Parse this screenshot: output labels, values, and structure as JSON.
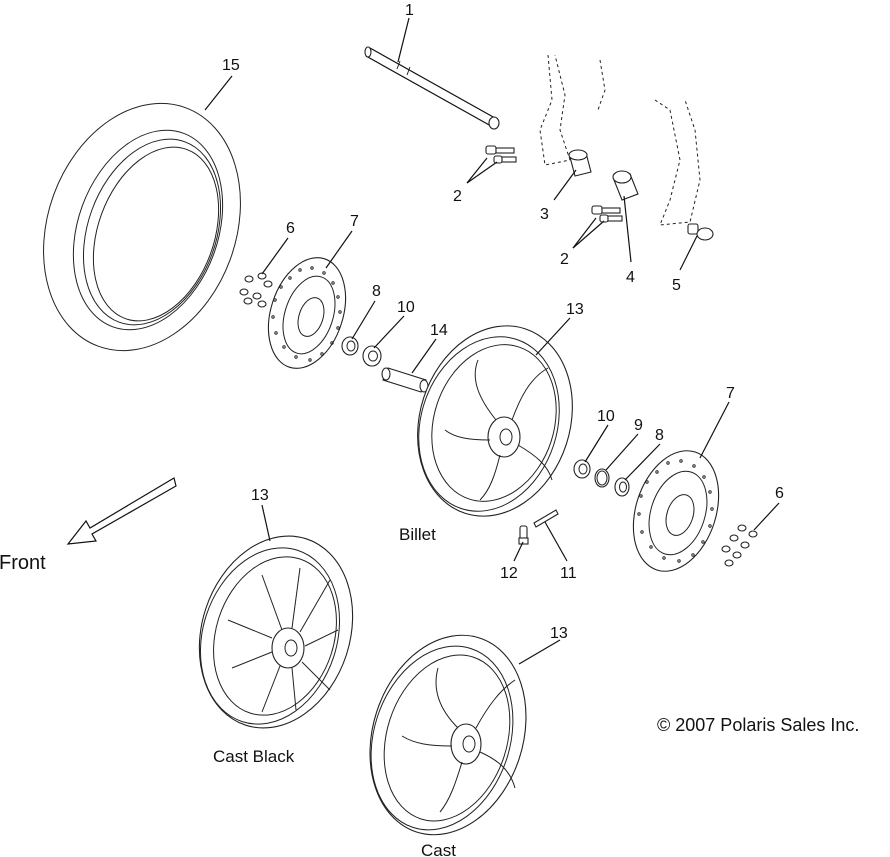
{
  "callouts": {
    "c1": "1",
    "c2a": "2",
    "c2b": "2",
    "c3": "3",
    "c4": "4",
    "c5": "5",
    "c6a": "6",
    "c6b": "6",
    "c7a": "7",
    "c7b": "7",
    "c8a": "8",
    "c8b": "8",
    "c9": "9",
    "c10a": "10",
    "c10b": "10",
    "c11": "11",
    "c12": "12",
    "c13a": "13",
    "c13b": "13",
    "c13c": "13",
    "c14": "14",
    "c15": "15"
  },
  "captions": {
    "billet": "Billet",
    "cast_black": "Cast Black",
    "cast": "Cast",
    "front": "Front"
  },
  "copyright": "© 2007 Polaris Sales Inc."
}
